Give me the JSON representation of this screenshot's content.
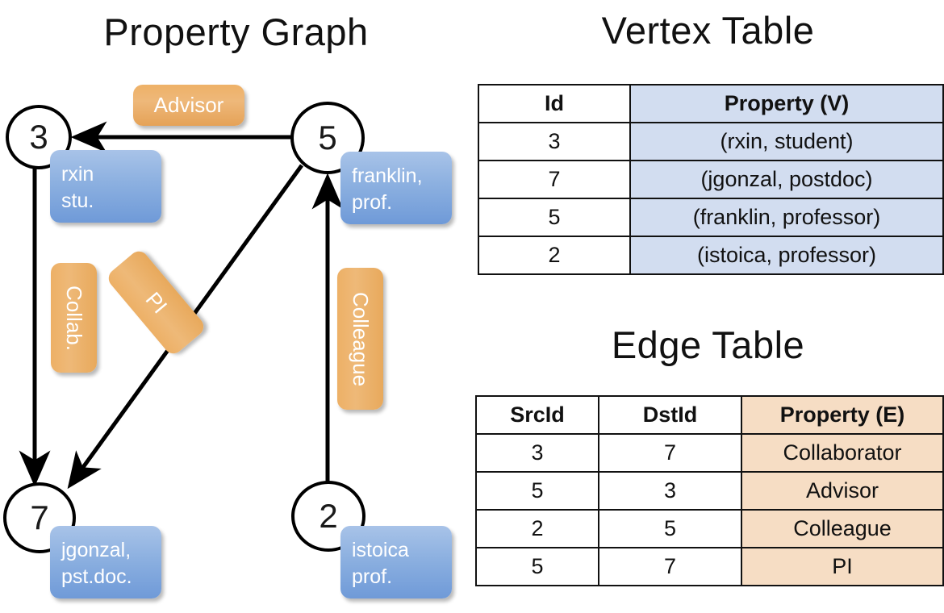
{
  "titles": {
    "graph": "Property Graph",
    "vertex_table": "Vertex Table",
    "edge_table": "Edge Table"
  },
  "colors": {
    "vertex_property_fill": "#d2ddf0",
    "edge_property_fill": "#f6ddc4",
    "vertex_callout": "#8cb0e0",
    "edge_label": "#eeb367",
    "stroke": "#000000"
  },
  "graph": {
    "nodes": [
      {
        "id": "3",
        "property_line1": "rxin",
        "property_line2": "stu."
      },
      {
        "id": "5",
        "property_line1": "franklin,",
        "property_line2": "prof."
      },
      {
        "id": "7",
        "property_line1": "jgonzal,",
        "property_line2": "pst.doc."
      },
      {
        "id": "2",
        "property_line1": "istoica",
        "property_line2": "prof."
      }
    ],
    "edge_labels": [
      {
        "name": "advisor",
        "text": "Advisor"
      },
      {
        "name": "collab",
        "text": "Collab."
      },
      {
        "name": "pi",
        "text": "PI"
      },
      {
        "name": "colleague",
        "text": "Colleague"
      }
    ],
    "edges": [
      {
        "src": "5",
        "dst": "3",
        "label": "Advisor"
      },
      {
        "src": "3",
        "dst": "7",
        "label": "Collab."
      },
      {
        "src": "5",
        "dst": "7",
        "label": "PI"
      },
      {
        "src": "2",
        "dst": "5",
        "label": "Colleague"
      }
    ]
  },
  "vertex_table": {
    "headers": [
      "Id",
      "Property (V)"
    ],
    "rows": [
      [
        "3",
        "(rxin, student)"
      ],
      [
        "7",
        "(jgonzal, postdoc)"
      ],
      [
        "5",
        "(franklin, professor)"
      ],
      [
        "2",
        "(istoica, professor)"
      ]
    ]
  },
  "edge_table": {
    "headers": [
      "SrcId",
      "DstId",
      "Property (E)"
    ],
    "rows": [
      [
        "3",
        "7",
        "Collaborator"
      ],
      [
        "5",
        "3",
        "Advisor"
      ],
      [
        "2",
        "5",
        "Colleague"
      ],
      [
        "5",
        "7",
        "PI"
      ]
    ]
  }
}
